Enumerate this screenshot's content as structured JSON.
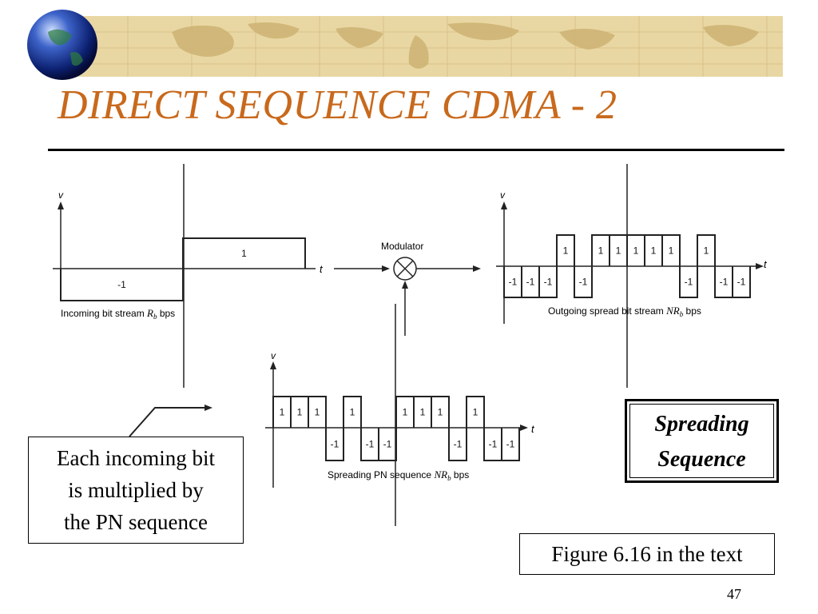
{
  "slide": {
    "title": "DIRECT SEQUENCE CDMA - 2",
    "page_number": "47",
    "accent_color": "#c8691c"
  },
  "diagram": {
    "axis_v": "v",
    "axis_t": "t",
    "modulator_label": "Modulator",
    "incoming": {
      "label_prefix": "Incoming bit stream ",
      "label_symbol": "R",
      "label_sub": "b",
      "label_suffix": " bps",
      "bits": [
        -1,
        1
      ],
      "bit_labels": [
        "-1",
        "1"
      ]
    },
    "pn": {
      "label_prefix": "Spreading PN sequence ",
      "label_symbol": "NR",
      "label_sub": "b",
      "label_suffix": " bps",
      "chips": [
        1,
        1,
        1,
        -1,
        1,
        -1,
        -1,
        1,
        1,
        1,
        -1,
        1,
        -1,
        -1
      ],
      "chip_labels": [
        "1",
        "1",
        "1",
        "-1",
        "1",
        "-1",
        "-1",
        "1",
        "1",
        "1",
        "-1",
        "1",
        "-1",
        "-1"
      ]
    },
    "outgoing": {
      "label_prefix": "Outgoing spread bit stream ",
      "label_symbol": "NR",
      "label_sub": "b",
      "label_suffix": " bps",
      "chips": [
        -1,
        -1,
        -1,
        1,
        -1,
        1,
        1,
        1,
        1,
        1,
        -1,
        1,
        -1,
        -1
      ],
      "chip_labels": [
        "-1",
        "-1",
        "-1",
        "1",
        "-1",
        "1",
        "1",
        "1",
        "1",
        "1",
        "-1",
        "1",
        "-1",
        "-1"
      ]
    }
  },
  "callout": {
    "lines": [
      "Each incoming bit",
      "is multiplied by",
      "the PN sequence"
    ]
  },
  "spreading_box": {
    "lines": [
      "Spreading",
      "Sequence"
    ]
  },
  "figure_caption": "Figure 6.16 in the text"
}
